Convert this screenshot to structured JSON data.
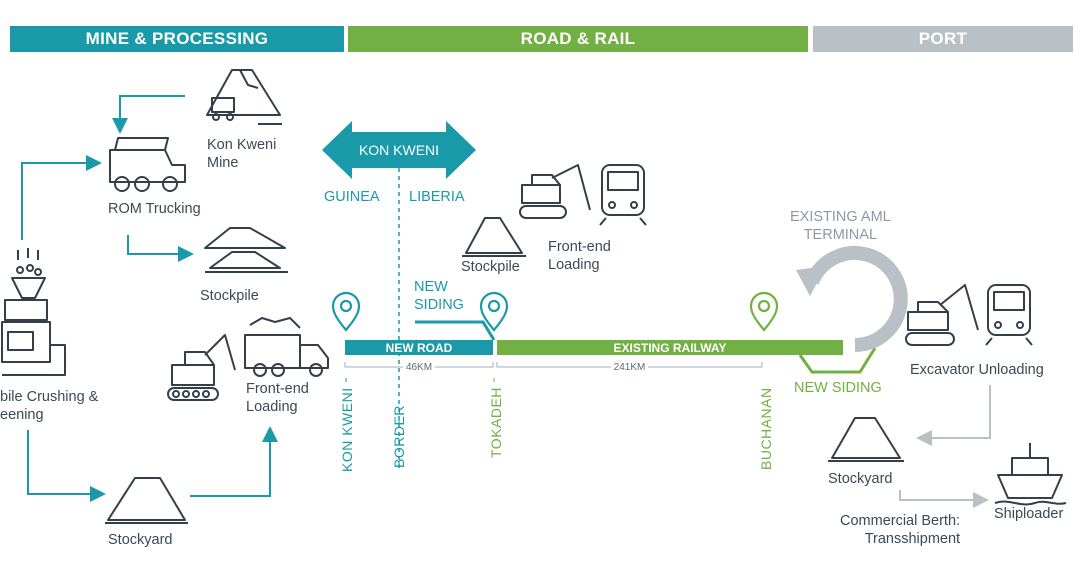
{
  "header": {
    "mine": "MINE & PROCESSING",
    "road_rail": "ROAD & RAIL",
    "port": "PORT"
  },
  "mine": {
    "kon_kweni_mine": [
      "Kon Kweni",
      "Mine"
    ],
    "rom_trucking": "ROM Trucking",
    "stockpile": "Stockpile",
    "crushing": [
      "bile Crushing &",
      "eening"
    ],
    "front_end_loading": [
      "Front-end",
      "Loading"
    ],
    "stockyard": "Stockyard"
  },
  "road_rail": {
    "kon_kweni_arrow": "KON KWENI",
    "guinea": "GUINEA",
    "liberia": "LIBERIA",
    "stockpile": "Stockpile",
    "front_end_loading": [
      "Front-end",
      "Loading"
    ],
    "new_siding": [
      "NEW",
      "SIDING"
    ],
    "new_road": "NEW ROAD",
    "existing_railway": "EXISTING RAILWAY",
    "dist_road": "46KM",
    "dist_rail": "241KM",
    "kon_kweni_vert": "KON KWENI",
    "border": "BORDER",
    "tokadeh": "TOKADEH",
    "buchanan": "BUCHANAN"
  },
  "port": {
    "existing_aml": [
      "EXISTING AML",
      "TERMINAL"
    ],
    "new_siding": "NEW SIDING",
    "excavator_unloading": "Excavator Unloading",
    "stockyard": "Stockyard",
    "commercial_berth": [
      "Commercial Berth:",
      "Transshipment"
    ],
    "shiploader": "Shiploader"
  },
  "colors": {
    "teal": "#1a9aa8",
    "green": "#72b043",
    "grey": "#b9c1c6",
    "dark": "#33404a"
  }
}
